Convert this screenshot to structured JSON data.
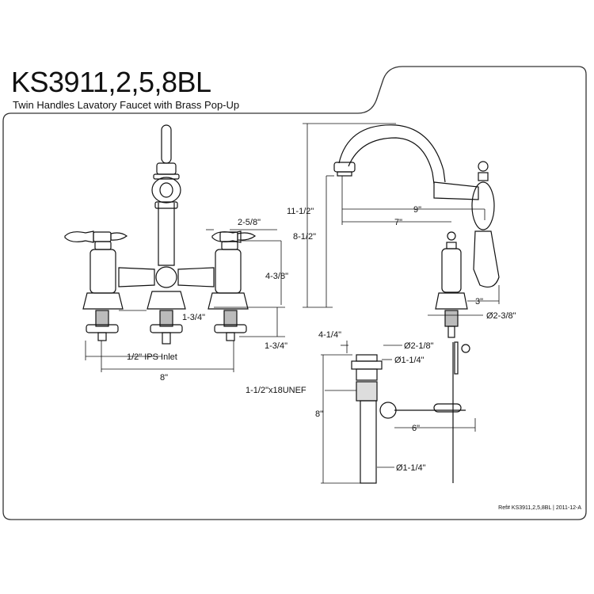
{
  "header": {
    "model": "KS3911,2,5,8BL",
    "description": "Twin Handles Lavatory Faucet with Brass Pop-Up"
  },
  "footer": {
    "reference": "Ref# KS3911,2,5,8BL | 2011-12-A"
  },
  "dimensions": {
    "front": {
      "spout_offset": "2-5/8\"",
      "handle_height": "4-3/8\"",
      "deck_clearance": "1-3/4\"",
      "shank_length": "1-3/4\"",
      "inlet": "1/2\" IPS Inlet",
      "center_spread": "8\""
    },
    "side": {
      "total_height": "11-1/2\"",
      "spout_height": "8-1/2\"",
      "spout_reach": "9\"",
      "spout_reach_inner": "7\"",
      "base_depth": "3\"",
      "base_diameter": "Ø2-3/8\""
    },
    "popup": {
      "flange_height": "4-1/4\"",
      "flange_diameter": "Ø2-1/8\"",
      "drain_diameter_top": "Ø1-1/4\"",
      "thread": "1-1/2\"x18UNEF",
      "body_length": "8\"",
      "rod_length": "6\"",
      "drain_diameter_bottom": "Ø1-1/4\""
    }
  }
}
